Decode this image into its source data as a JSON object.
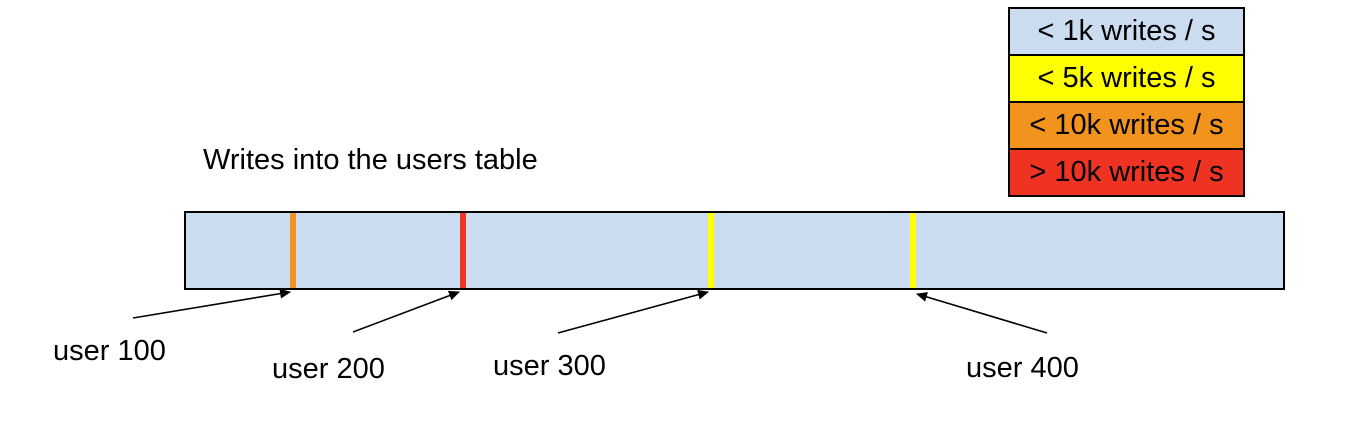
{
  "title": "Writes into the users table",
  "bar": {
    "fill": "#cbdcf1",
    "border": "#000000"
  },
  "markers": [
    {
      "label": "user 100",
      "color": "#f1931c",
      "position_pct": 9.6
    },
    {
      "label": "user 200",
      "color": "#ee3322",
      "position_pct": 25.1
    },
    {
      "label": "user 300",
      "color": "#ffff00",
      "position_pct": 47.6
    },
    {
      "label": "user 400",
      "color": "#ffff00",
      "position_pct": 65.9
    }
  ],
  "legend": {
    "items": [
      {
        "label": "< 1k writes / s",
        "color": "#cbdcf1"
      },
      {
        "label": "< 5k writes / s",
        "color": "#ffff00"
      },
      {
        "label": "< 10k writes / s",
        "color": "#f1931c"
      },
      {
        "label": "> 10k writes / s",
        "color": "#ee3322"
      }
    ]
  },
  "arrow_color": "#000000"
}
